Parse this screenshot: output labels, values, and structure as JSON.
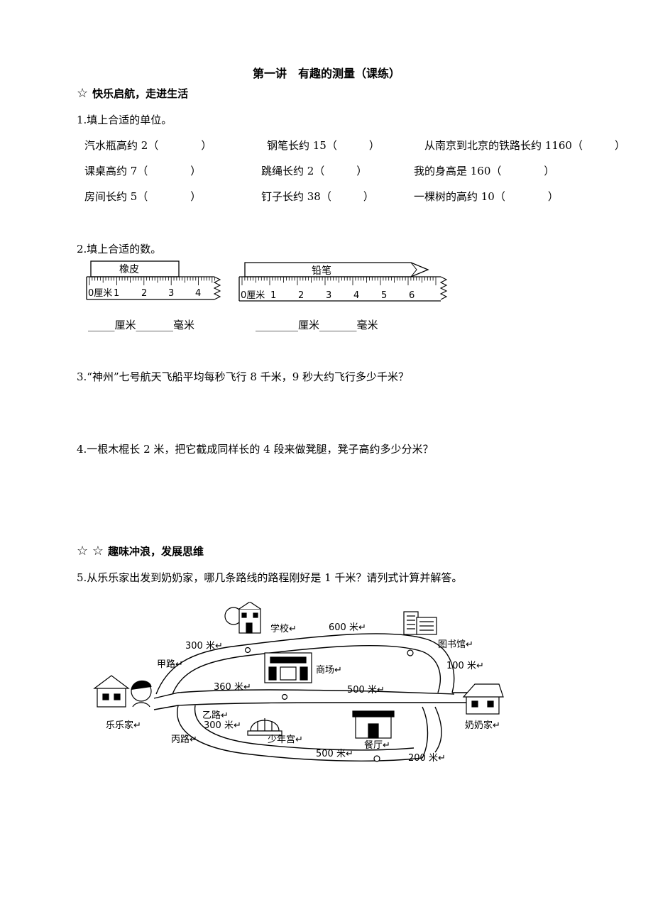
{
  "title": "第一讲　有趣的测量（课练）",
  "section1": {
    "star": "☆",
    "label": "快乐启航，走进生活"
  },
  "q1": {
    "prompt": "1.填上合适的单位。",
    "rows": [
      [
        "汽水瓶高约 2（　　　　）",
        "钢笔长约 15（　　　）",
        "从南京到北京的铁路长约 1160（　　　）"
      ],
      [
        "课桌高约 7（　　　　）",
        "跳绳长约 2（　　　）",
        "我的身高是 160（　　　　）"
      ],
      [
        "房间长约 5（　　　　）",
        "钉子长约 38（　　　）",
        "一棵树的高约 10（　　　　）"
      ]
    ]
  },
  "q2": {
    "prompt": "2.填上合适的数。",
    "ruler1": {
      "object": "橡皮",
      "unit": "0厘米",
      "ticks": [
        "1",
        "2",
        "3",
        "4"
      ]
    },
    "ruler2": {
      "object": "铅笔",
      "unit": "0厘米",
      "ticks": [
        "1",
        "2",
        "3",
        "4",
        "5",
        "6"
      ]
    },
    "answer1": "_____厘米_______毫米",
    "answer2": "________厘米_______毫米"
  },
  "q3": {
    "text": "3.“神州”七号航天飞船平均每秒飞行 8 千米，9 秒大约飞行多少千米？"
  },
  "q4": {
    "text": "4.一根木棍长 2 米，把它截成同样长的 4 段来做凳腿，凳子高约多少分米？"
  },
  "section2": {
    "stars": "☆ ☆",
    "label": "趣味冲浪，发展思维"
  },
  "q5": {
    "text": "5.从乐乐家出发到奶奶家，哪几条路线的路程刚好是 1 千米？请列式计算并解答。"
  },
  "map": {
    "places": {
      "school": "学校↵",
      "library": "图书馆↵",
      "mall": "商场↵",
      "lele_home": "乐乐家↵",
      "grandma_home": "奶奶家↵",
      "youth_palace": "少年宫↵",
      "restaurant": "餐厅↵"
    },
    "roads": {
      "a": "甲路↵",
      "b": "乙路↵",
      "c": "丙路↵"
    },
    "distances": [
      "300 米↵",
      "600 米↵",
      "100 米↵",
      "360 米↵",
      "500 米↵",
      "300 米↵",
      "500 米↵",
      "200 米↵"
    ]
  }
}
